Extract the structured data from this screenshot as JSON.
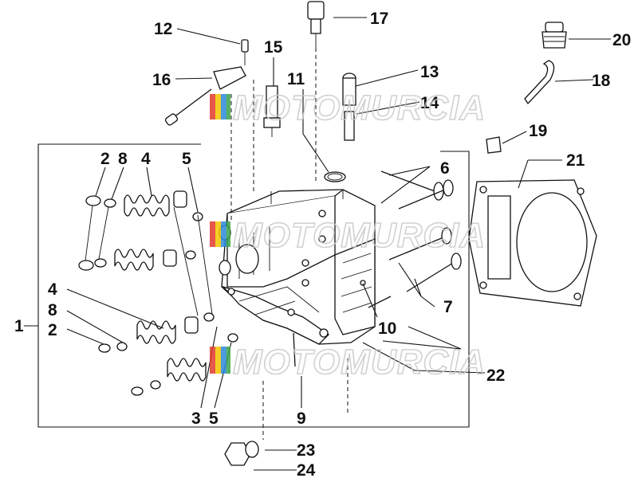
{
  "diagram": {
    "labels": [
      "1",
      "2",
      "8",
      "4",
      "5",
      "4",
      "8",
      "2",
      "3",
      "5",
      "9",
      "10",
      "7",
      "6",
      "11",
      "12",
      "13",
      "14",
      "15",
      "16",
      "17",
      "18",
      "19",
      "20",
      "21",
      "22",
      "23",
      "24"
    ]
  },
  "watermark": {
    "text": "MOTOMURCIA",
    "colors": [
      "#e23b2e",
      "#f5c400",
      "#2d8ad8",
      "#3aa34b"
    ]
  }
}
